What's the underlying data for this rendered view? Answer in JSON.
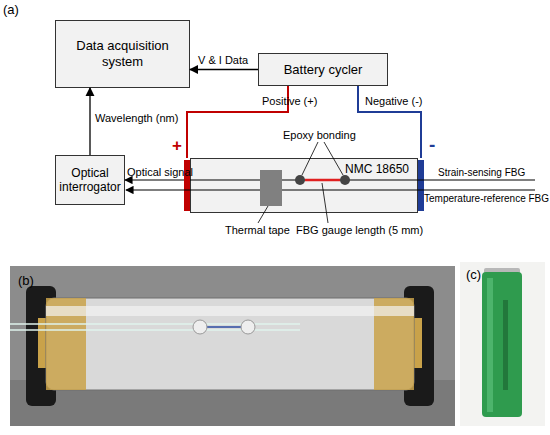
{
  "diagram": {
    "nodes": [
      {
        "text": [
          "Data acquisition system"
        ]
      },
      {
        "text": [
          "Battery cycler"
        ]
      },
      {
        "text": [
          "Optical interrogator"
        ]
      },
      {
        "text": [
          "NMC 18650"
        ]
      }
    ],
    "edges": [
      {
        "from": 1,
        "to": 0,
        "arrow": "to",
        "label": "V & I Data"
      },
      {
        "from": 2,
        "to": 0,
        "arrow": "to",
        "label": "Wavelength (nm)"
      },
      {
        "from": 1,
        "to": 3,
        "arrow": "none",
        "label": "Positive (+)"
      },
      {
        "from": 1,
        "to": 3,
        "arrow": "none",
        "label": "Negative (-)"
      },
      {
        "from": 3,
        "to": 2,
        "arrow": "to",
        "label": "Optical signal"
      }
    ],
    "labels": [
      "(a)",
      "+",
      "-",
      "Epoxy bonding",
      "Thermal tape",
      "FBG gauge length (5 mm)",
      "Strain-sensing FBG",
      "Temperature-reference FBG",
      "(b)",
      "(c)"
    ]
  }
}
